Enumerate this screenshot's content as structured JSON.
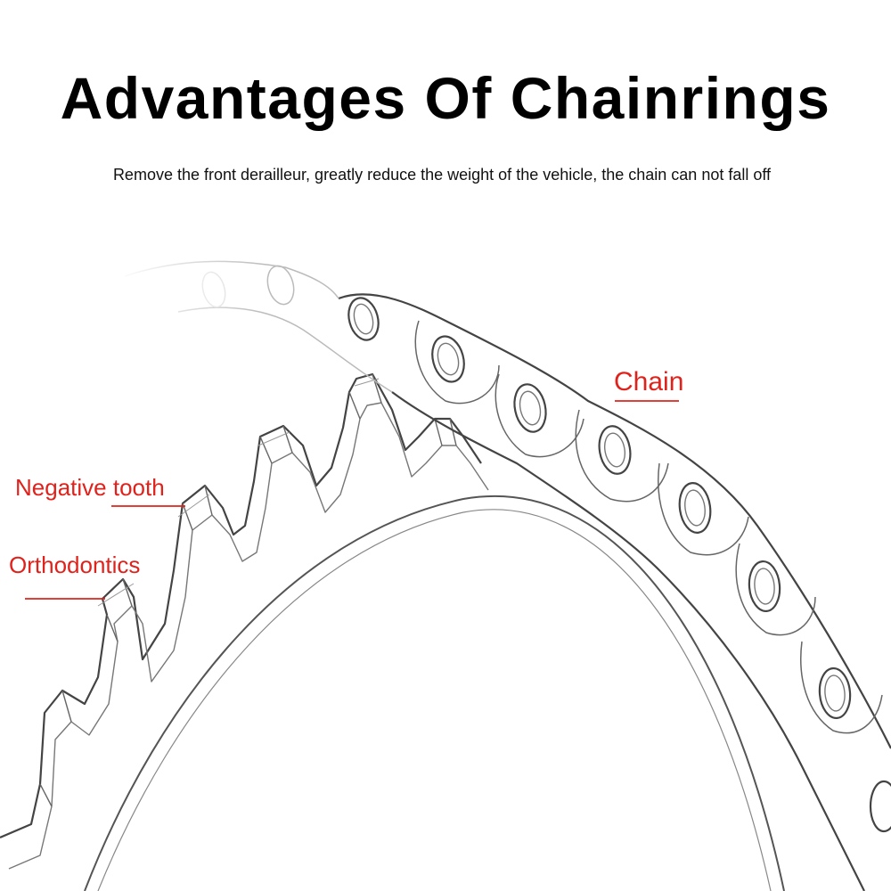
{
  "title": "Advantages Of Chainrings",
  "subtitle": "Remove the front derailleur, greatly reduce the weight of the vehicle, the chain can not fall off",
  "labels": {
    "chain": "Chain",
    "negative_tooth": "Negative tooth",
    "orthodontics": "Orthodontics"
  },
  "colors": {
    "callout": "#e0221c",
    "line_art": "#555555",
    "background": "#ffffff"
  }
}
